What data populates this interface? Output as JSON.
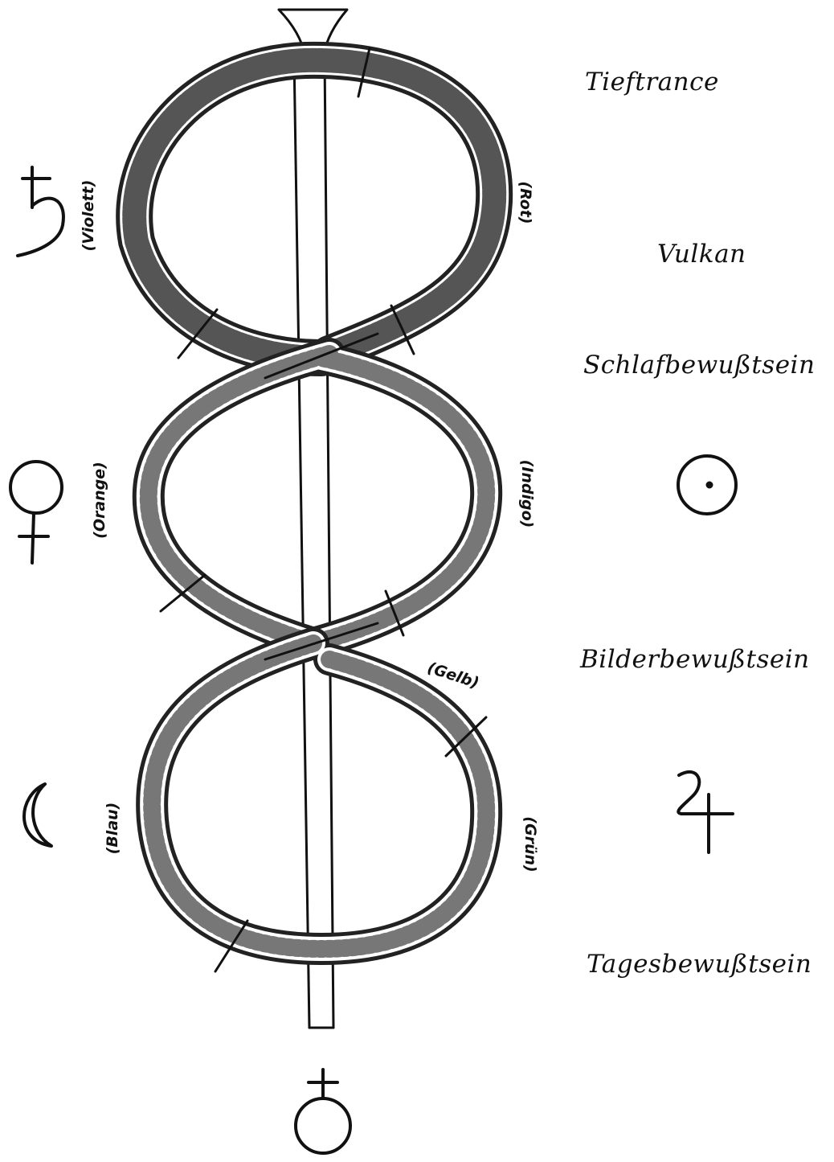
{
  "consciousness_levels": [
    "Tieftrance",
    "Vulkan",
    "Schlafbewußtsein",
    "Bilderbewußtsein",
    "Tagesbewußtsein"
  ],
  "color_labels": {
    "violett": "(Violett)",
    "rot": "(Rot)",
    "orange": "(Orange)",
    "indigo": "(Indigo)",
    "gelb": "(Gelb)",
    "blau": "(Blau)",
    "gruen": "(Grün)"
  },
  "symbols": {
    "left_top": "saturn-icon",
    "left_middle": "venus-icon",
    "left_bottom": "moon-icon",
    "right_middle": "sun-icon",
    "right_bottom": "jupiter-icon",
    "bottom": "earth-icon"
  },
  "colors": {
    "ink": "#111111",
    "paper": "#ffffff"
  }
}
